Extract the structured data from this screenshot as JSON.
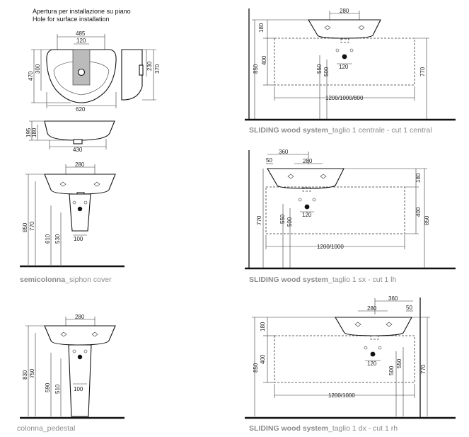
{
  "header": {
    "line1": "Apertura per installazione su piano",
    "line2": "Hole for surface installation"
  },
  "top_plan": {
    "width_outer": "485",
    "hole": "120",
    "depth_total": "470",
    "depth_bowl": "300",
    "base_width": "620",
    "side_230": "230",
    "side_370": "370"
  },
  "top_front": {
    "h195": "195",
    "h180": "180",
    "w430": "430"
  },
  "semicolonna": {
    "w280": "280",
    "h850": "850",
    "h770": "770",
    "h610": "610",
    "h530": "530",
    "w100": "100",
    "caption_bold": "semicolonna",
    "caption_rest": "_siphon cover"
  },
  "colonna": {
    "w280": "280",
    "h830": "830",
    "h750": "750",
    "h590": "590",
    "h510": "510",
    "w100": "100",
    "caption": "colonna_pedestal"
  },
  "sliding_central": {
    "w280": "280",
    "h180": "180",
    "h400": "400",
    "h850": "850",
    "h550": "550",
    "h500": "500",
    "w120": "120",
    "h770": "770",
    "width": "1200/1000/800",
    "caption_bold": "SLIDING wood system",
    "caption_rest": "_taglio 1 centrale - cut 1 central"
  },
  "sliding_left": {
    "w360": "360",
    "w50": "50",
    "w280": "280",
    "h180": "180",
    "h770": "770",
    "h550": "550",
    "h500": "500",
    "w120": "120",
    "h400": "400",
    "h850": "850",
    "width": "1200/1000",
    "caption_bold": "SLIDING wood system",
    "caption_rest": "_taglio 1 sx - cut 1 lh"
  },
  "sliding_right": {
    "w360": "360",
    "w280": "280",
    "w50": "50",
    "h180": "180",
    "h400": "400",
    "h850": "850",
    "w120": "120",
    "h500": "500",
    "h550": "550",
    "h770": "770",
    "width": "1200/1000",
    "caption_bold": "SLIDING wood system",
    "caption_rest": "_taglio 1 dx - cut 1 rh"
  }
}
